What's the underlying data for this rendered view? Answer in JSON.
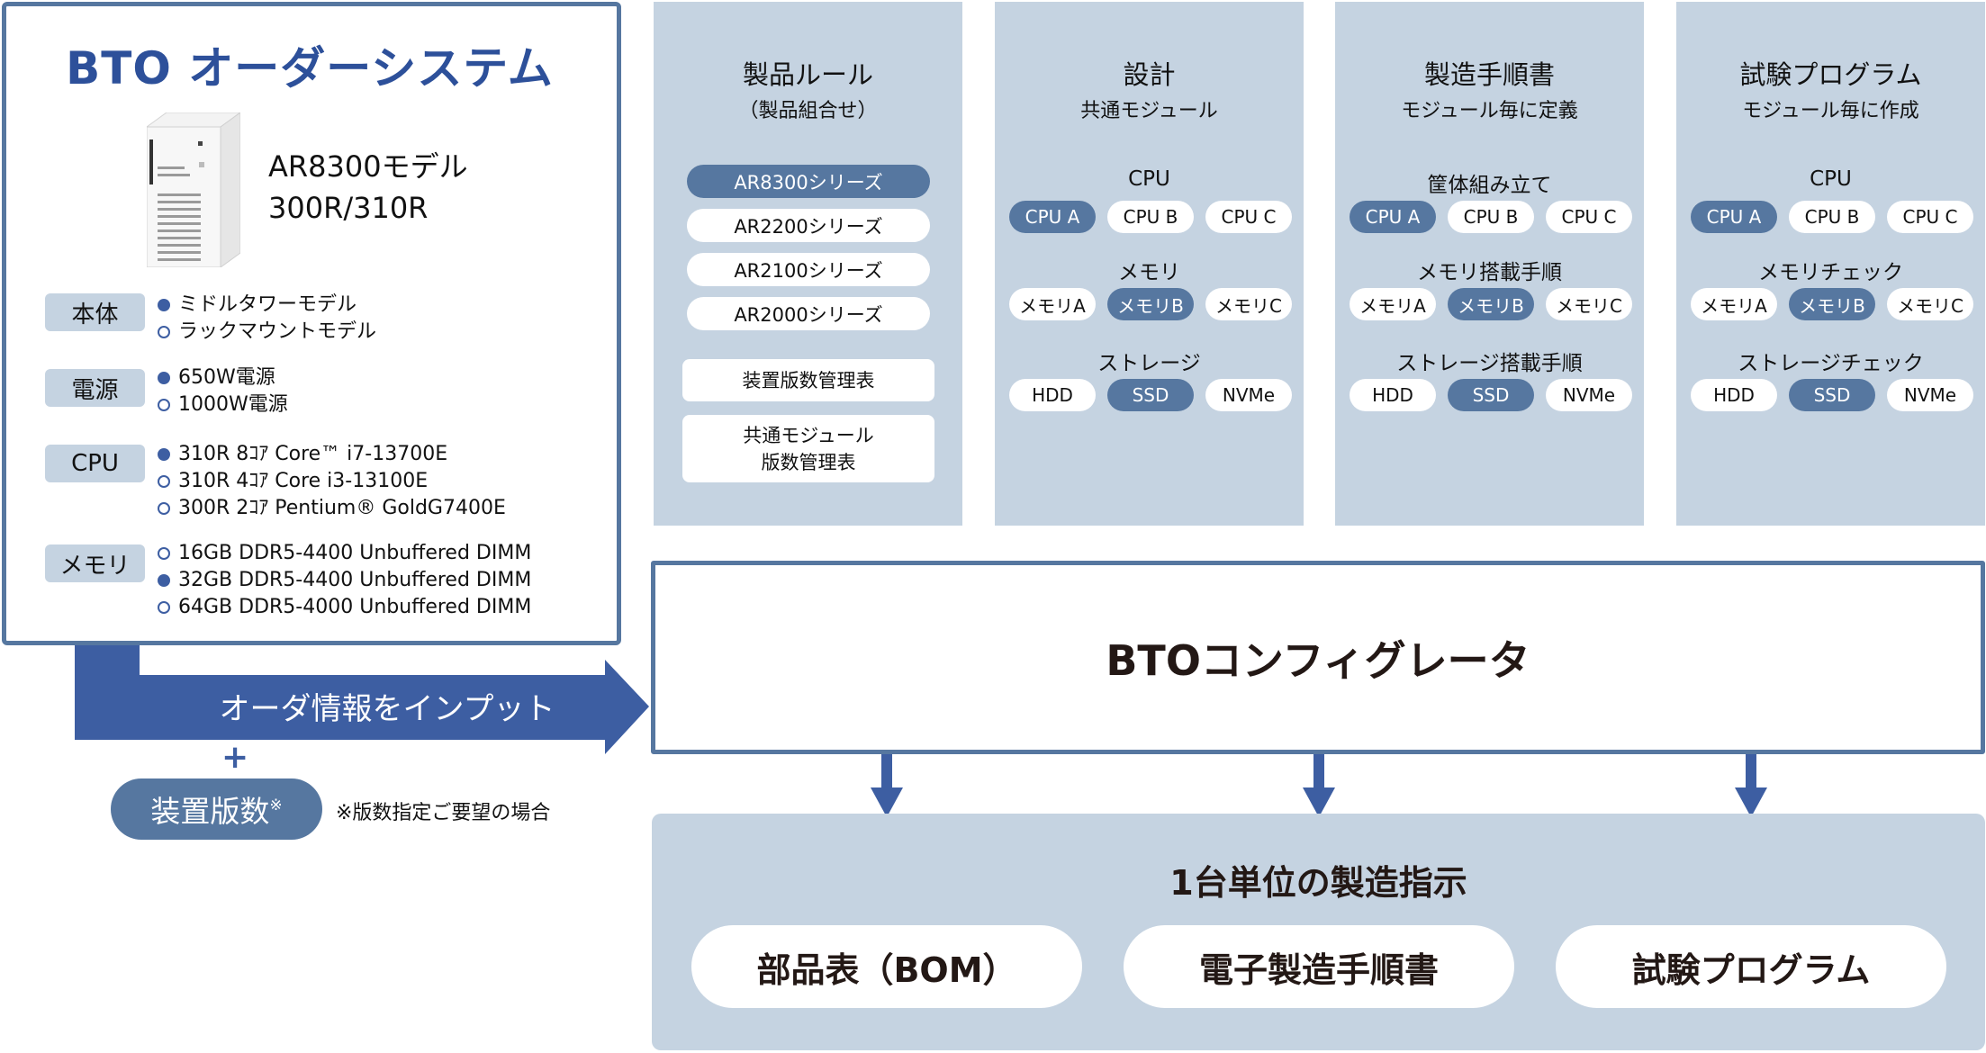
{
  "order_system": {
    "title": "BTO オーダーシステム",
    "model_line1": "AR8300モデル",
    "model_line2": "300R/310R",
    "product_image": "tower-pc-image",
    "specs": [
      {
        "label": "本体",
        "items": [
          {
            "text": "ミドルタワーモデル",
            "selected": true
          },
          {
            "text": "ラックマウントモデル",
            "selected": false
          }
        ]
      },
      {
        "label": "電源",
        "items": [
          {
            "text": "650W電源",
            "selected": true
          },
          {
            "text": "1000W電源",
            "selected": false
          }
        ]
      },
      {
        "label": "CPU",
        "items": [
          {
            "text": "310R 8ｺｱ Core™ i7-13700E",
            "selected": true
          },
          {
            "text": "310R 4ｺｱ Core i3-13100E",
            "selected": false
          },
          {
            "text": "300R 2ｺｱ Pentium® GoldG7400E",
            "selected": false
          }
        ]
      },
      {
        "label": "メモリ",
        "items": [
          {
            "text": "16GB DDR5-4400 Unbuffered DIMM",
            "selected": false
          },
          {
            "text": "32GB DDR5-4400 Unbuffered DIMM",
            "selected": true
          },
          {
            "text": "64GB DDR5-4000 Unbuffered DIMM",
            "selected": false
          }
        ]
      }
    ]
  },
  "input_arrow": {
    "label": "オーダ情報をインプット",
    "plus": "+",
    "version_pill": "装置版数",
    "version_mark": "※",
    "note": "※版数指定ご要望の場合"
  },
  "panels": {
    "product_rules": {
      "title": "製品ルール",
      "subtitle": "（製品組合せ）",
      "series": [
        {
          "label": "AR8300シリーズ",
          "selected": true
        },
        {
          "label": "AR2200シリーズ",
          "selected": false
        },
        {
          "label": "AR2100シリーズ",
          "selected": false
        },
        {
          "label": "AR2000シリーズ",
          "selected": false
        }
      ],
      "tables": [
        "装置版数管理表",
        "共通モジュール\n版数管理表"
      ]
    },
    "modules": [
      {
        "title": "設計",
        "subtitle": "共通モジュール",
        "groups": [
          {
            "label": "CPU",
            "options": [
              {
                "label": "CPU A",
                "selected": true
              },
              {
                "label": "CPU B",
                "selected": false
              },
              {
                "label": "CPU C",
                "selected": false
              }
            ]
          },
          {
            "label": "メモリ",
            "options": [
              {
                "label": "メモリA",
                "selected": false
              },
              {
                "label": "メモリB",
                "selected": true
              },
              {
                "label": "メモリC",
                "selected": false
              }
            ]
          },
          {
            "label": "ストレージ",
            "options": [
              {
                "label": "HDD",
                "selected": false
              },
              {
                "label": "SSD",
                "selected": true
              },
              {
                "label": "NVMe",
                "selected": false
              }
            ]
          }
        ]
      },
      {
        "title": "製造手順書",
        "subtitle": "モジュール毎に定義",
        "groups": [
          {
            "label": "筐体組み立て",
            "options": [
              {
                "label": "CPU A",
                "selected": true
              },
              {
                "label": "CPU B",
                "selected": false
              },
              {
                "label": "CPU C",
                "selected": false
              }
            ]
          },
          {
            "label": "メモリ搭載手順",
            "options": [
              {
                "label": "メモリA",
                "selected": false
              },
              {
                "label": "メモリB",
                "selected": true
              },
              {
                "label": "メモリC",
                "selected": false
              }
            ]
          },
          {
            "label": "ストレージ搭載手順",
            "options": [
              {
                "label": "HDD",
                "selected": false
              },
              {
                "label": "SSD",
                "selected": true
              },
              {
                "label": "NVMe",
                "selected": false
              }
            ]
          }
        ]
      },
      {
        "title": "試験プログラム",
        "subtitle": "モジュール毎に作成",
        "groups": [
          {
            "label": "CPU",
            "options": [
              {
                "label": "CPU A",
                "selected": true
              },
              {
                "label": "CPU B",
                "selected": false
              },
              {
                "label": "CPU C",
                "selected": false
              }
            ]
          },
          {
            "label": "メモリチェック",
            "options": [
              {
                "label": "メモリA",
                "selected": false
              },
              {
                "label": "メモリB",
                "selected": true
              },
              {
                "label": "メモリC",
                "selected": false
              }
            ]
          },
          {
            "label": "ストレージチェック",
            "options": [
              {
                "label": "HDD",
                "selected": false
              },
              {
                "label": "SSD",
                "selected": true
              },
              {
                "label": "NVMe",
                "selected": false
              }
            ]
          }
        ]
      }
    ]
  },
  "configurator": {
    "label": "BTOコンフィグレータ"
  },
  "output": {
    "title": "1台単位の製造指示",
    "items": [
      "部品表（BOM）",
      "電子製造手順書",
      "試験プログラム"
    ]
  },
  "colors": {
    "brand_blue": "#2d509a",
    "arrow_blue": "#3d5ea2",
    "border_blue": "#5677a0",
    "panel_bg": "#c5d3e1",
    "selected_chip": "#5677a0"
  }
}
